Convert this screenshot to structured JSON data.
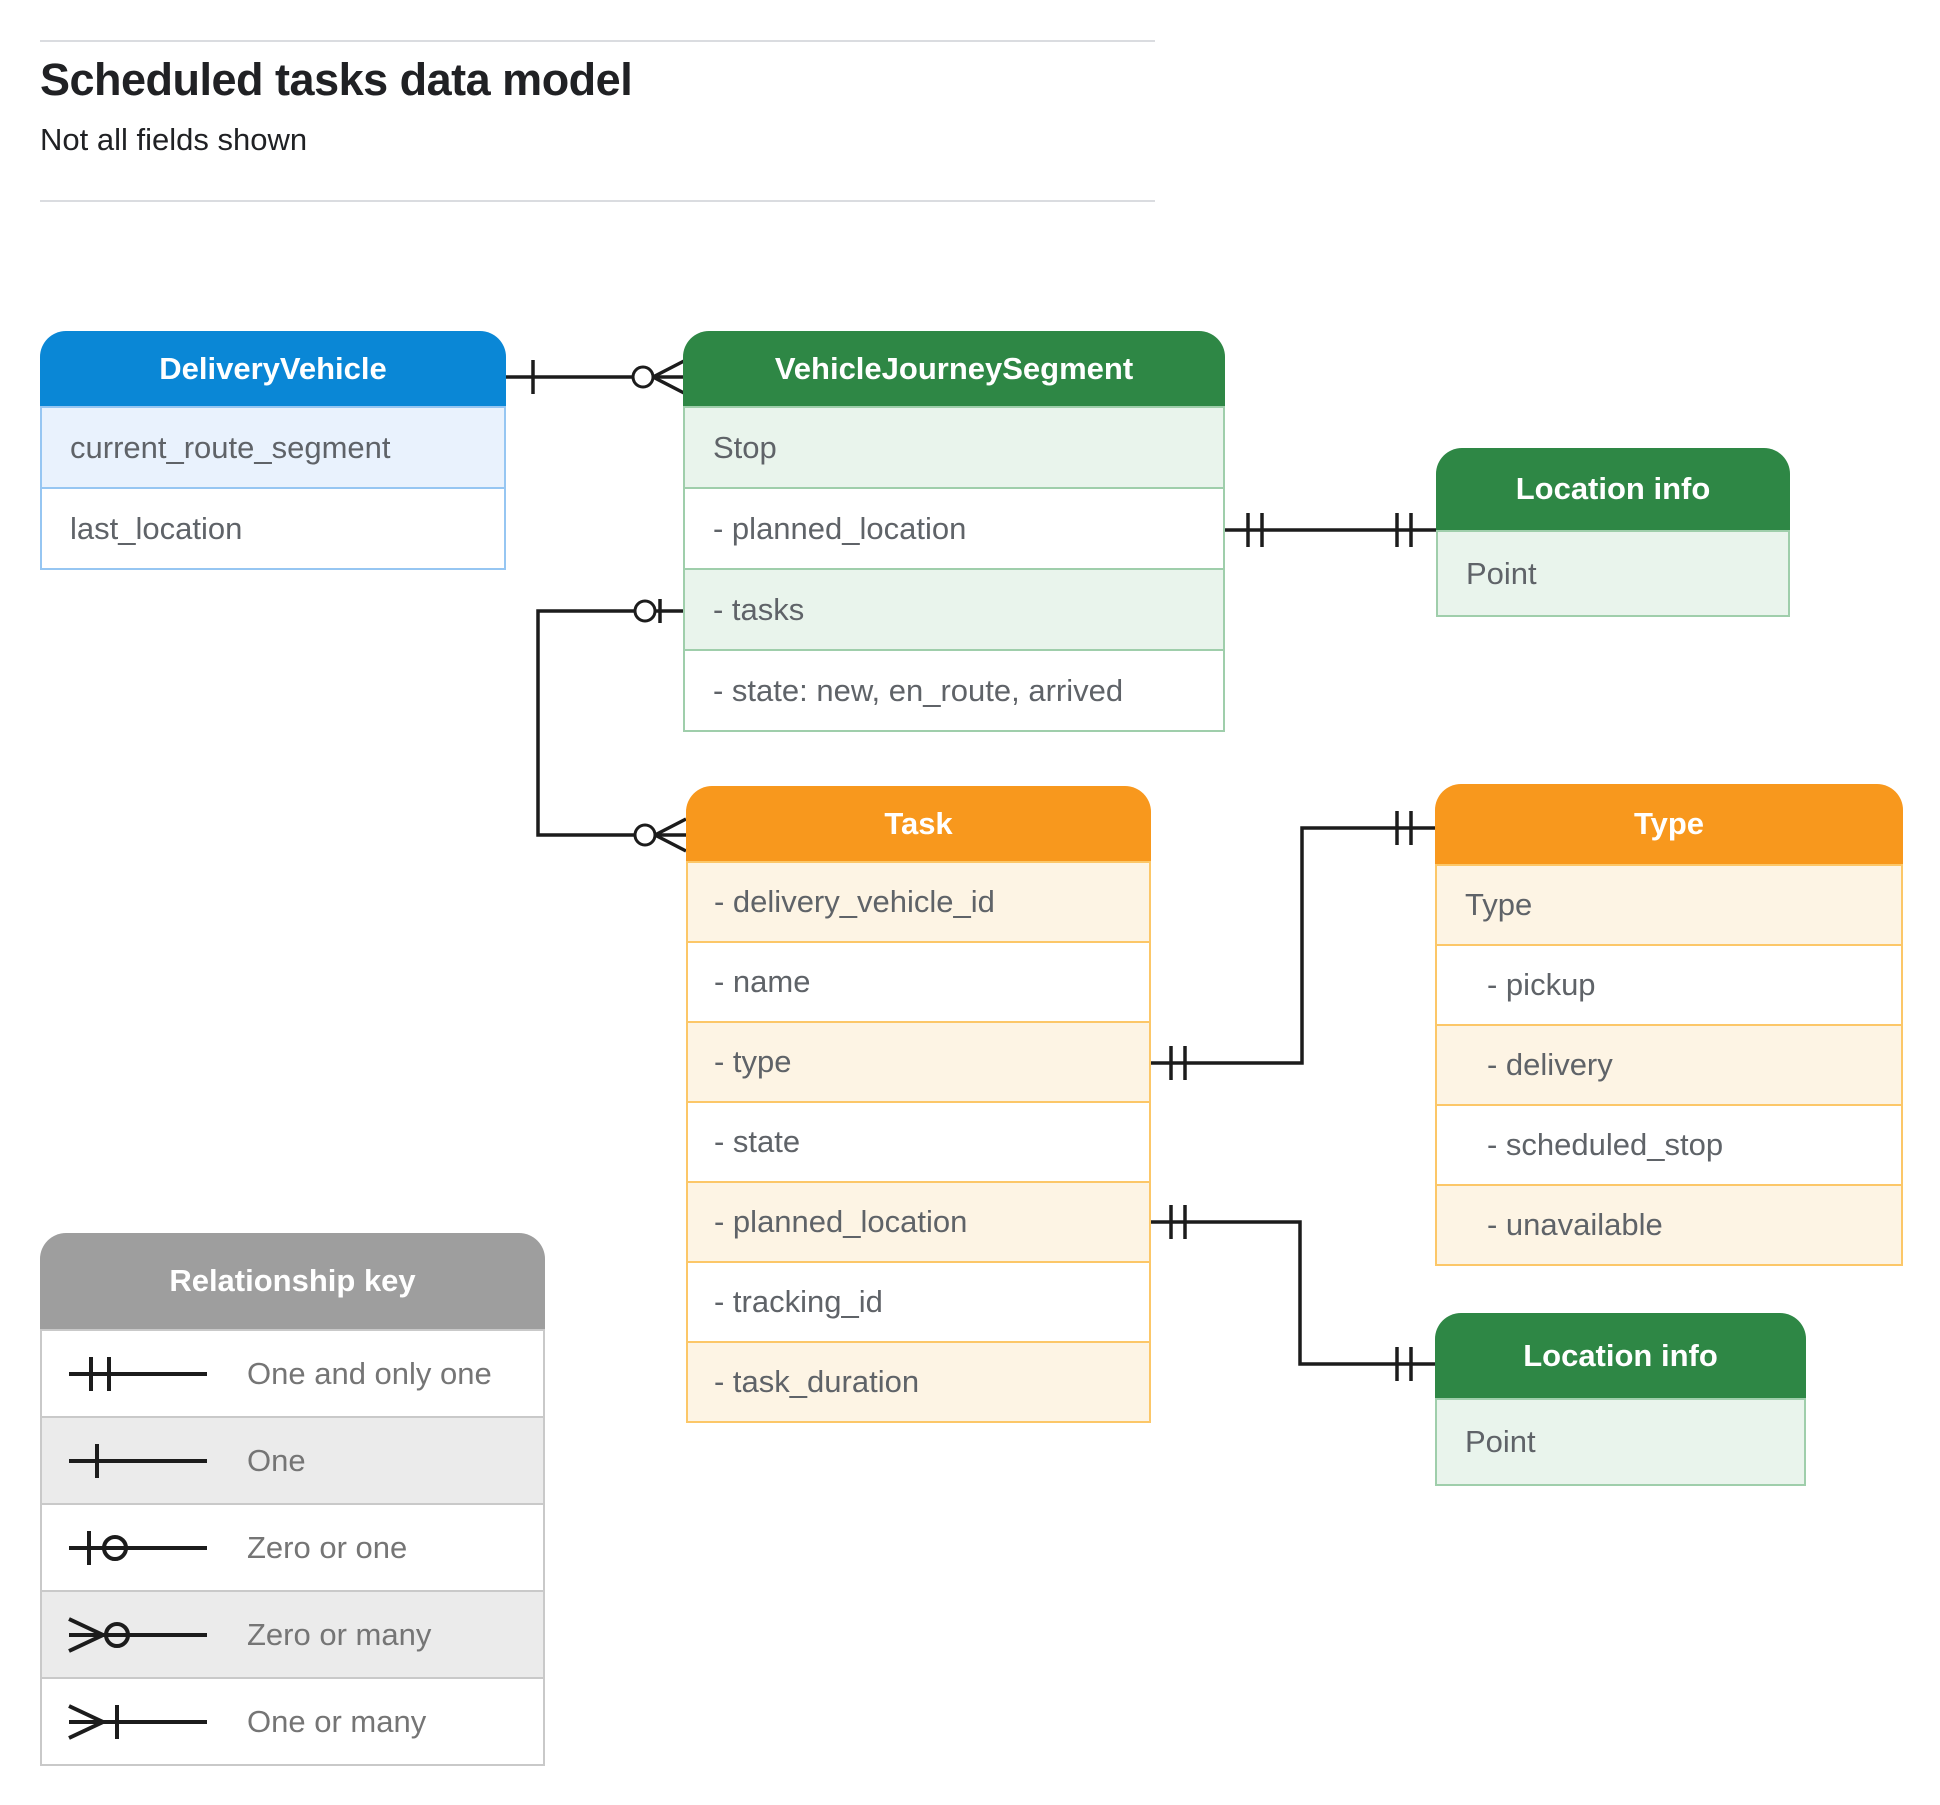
{
  "page": {
    "title": "Scheduled tasks data model",
    "subtitle": "Not all fields shown"
  },
  "colors": {
    "blue_header": "#0a87d6",
    "green_header": "#2e8745",
    "orange_header": "#f8981d",
    "gray_header": "#9e9e9e",
    "blue_tint": "#e9f2fd",
    "green_tint": "#e9f4ec",
    "orange_tint": "#fdf4e4",
    "gray_tint": "#ebebeb",
    "row_text": "#5f6368",
    "legend_text": "#757575",
    "wire": "#1c1c1c"
  },
  "entities": [
    {
      "id": "delivery-vehicle",
      "title": "DeliveryVehicle",
      "theme": "blue",
      "rows": [
        {
          "label": "current_route_segment"
        },
        {
          "label": "last_location"
        }
      ]
    },
    {
      "id": "vehicle-journey-segment",
      "title": "VehicleJourneySegment",
      "theme": "green",
      "rows": [
        {
          "label": "Stop"
        },
        {
          "label": "- planned_location"
        },
        {
          "label": "- tasks"
        },
        {
          "label": "- state: new, en_route, arrived"
        }
      ]
    },
    {
      "id": "location-info-top",
      "title": "Location info",
      "theme": "green",
      "rows": [
        {
          "label": "Point"
        }
      ]
    },
    {
      "id": "task",
      "title": "Task",
      "theme": "orange",
      "rows": [
        {
          "label": "- delivery_vehicle_id"
        },
        {
          "label": "- name"
        },
        {
          "label": "- type"
        },
        {
          "label": "- state"
        },
        {
          "label": "- planned_location"
        },
        {
          "label": "- tracking_id"
        },
        {
          "label": "- task_duration"
        }
      ]
    },
    {
      "id": "type",
      "title": "Type",
      "theme": "orange",
      "rows": [
        {
          "label": "Type"
        },
        {
          "label": "- pickup"
        },
        {
          "label": "- delivery"
        },
        {
          "label": "- scheduled_stop"
        },
        {
          "label": "- unavailable"
        }
      ]
    },
    {
      "id": "location-info-bottom",
      "title": "Location info",
      "theme": "green",
      "rows": [
        {
          "label": "Point"
        }
      ]
    }
  ],
  "connectors": [
    {
      "from": "DeliveryVehicle",
      "to": "VehicleJourneySegment",
      "from_end": "one",
      "to_end": "zero-or-many"
    },
    {
      "from": "VehicleJourneySegment.tasks",
      "to": "Task",
      "from_end": "zero-or-one",
      "to_end": "zero-or-many"
    },
    {
      "from": "VehicleJourneySegment.planned_location",
      "to": "Location info",
      "from_end": "one-and-only-one",
      "to_end": "one-and-only-one"
    },
    {
      "from": "Task.type",
      "to": "Type",
      "from_end": "one-and-only-one",
      "to_end": "one-and-only-one"
    },
    {
      "from": "Task.planned_location",
      "to": "Location info",
      "from_end": "one-and-only-one",
      "to_end": "one-and-only-one"
    }
  ],
  "legend": {
    "title": "Relationship key",
    "items": [
      {
        "symbol": "one-and-only-one",
        "label": "One and only one"
      },
      {
        "symbol": "one",
        "label": "One"
      },
      {
        "symbol": "zero-or-one",
        "label": "Zero or one"
      },
      {
        "symbol": "zero-or-many",
        "label": "Zero or many"
      },
      {
        "symbol": "one-or-many",
        "label": "One or many"
      }
    ]
  }
}
